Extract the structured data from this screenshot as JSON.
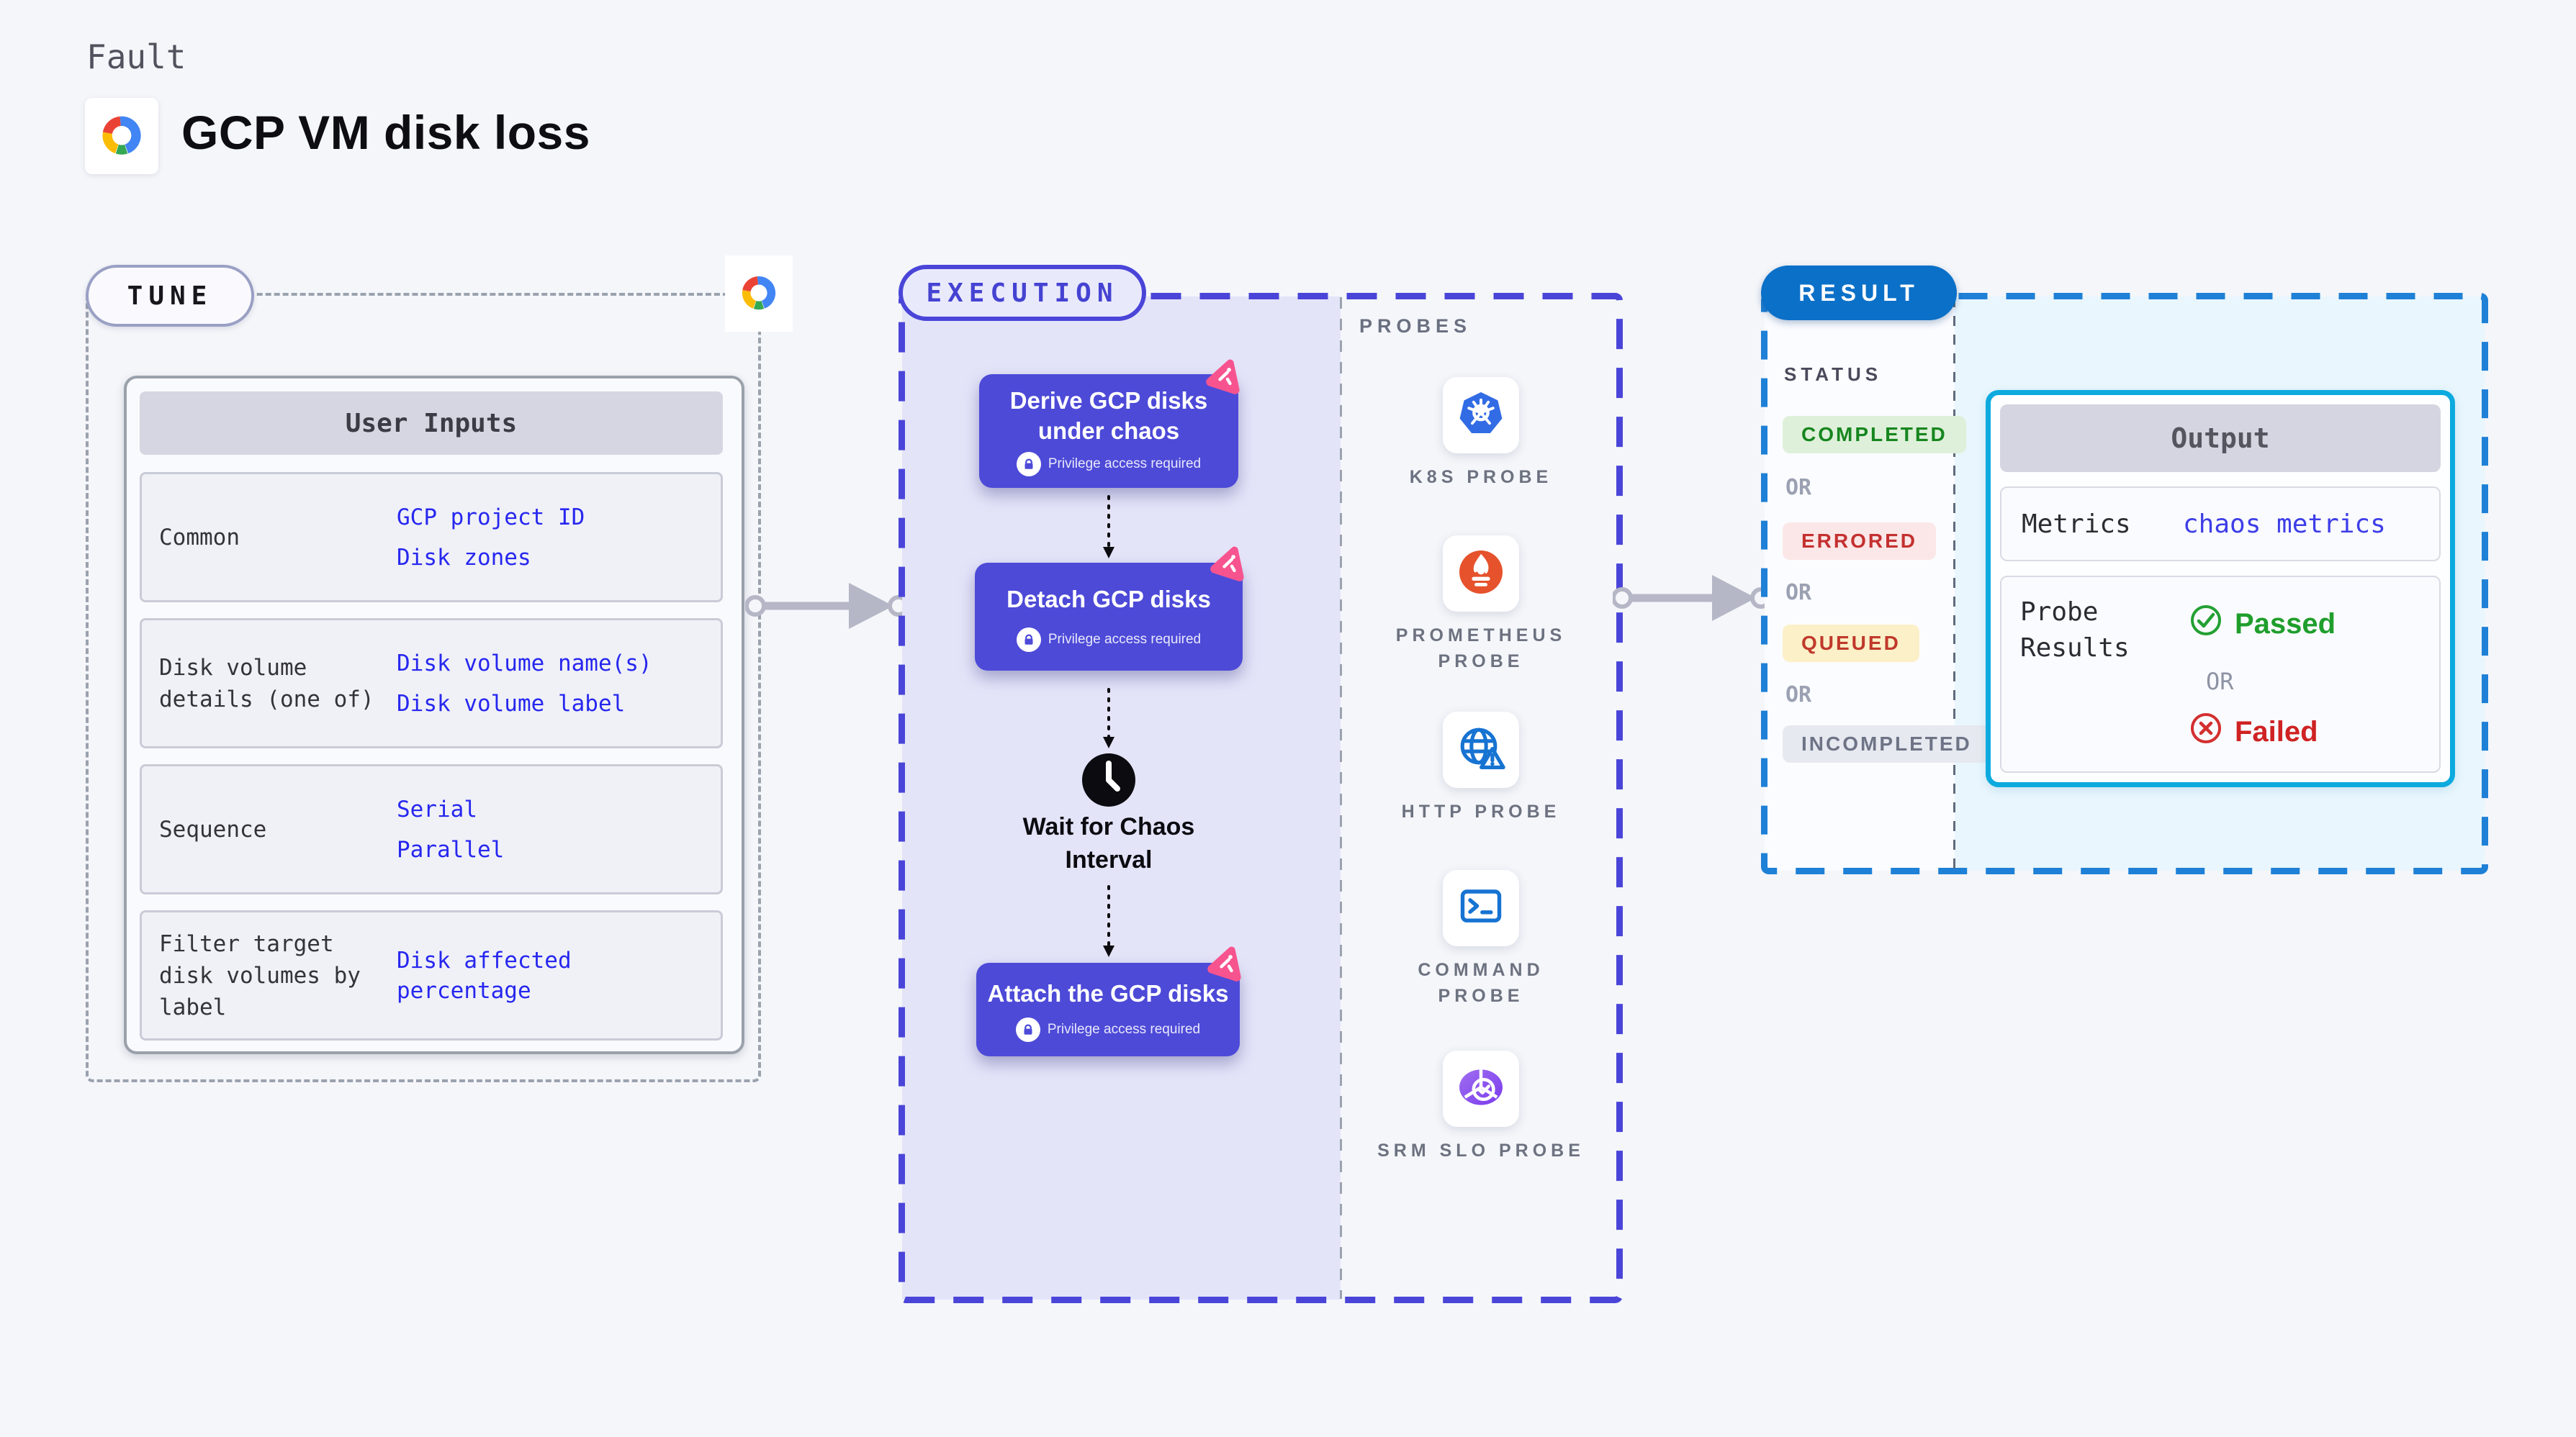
{
  "page": {
    "kicker": "Fault",
    "title": "GCP VM disk loss",
    "logo_icon": "gcp-cloud-icon"
  },
  "tune": {
    "label": "TUNE",
    "corner_icon": "gcp-cloud-icon",
    "table": {
      "header": "User Inputs",
      "rows": [
        {
          "label": "Common",
          "values": [
            "GCP project ID",
            "Disk zones"
          ]
        },
        {
          "label": "Disk volume details (one of)",
          "values": [
            "Disk volume name(s)",
            "Disk volume label"
          ]
        },
        {
          "label": "Sequence",
          "values": [
            "Serial",
            "Parallel"
          ]
        },
        {
          "label": "Filter target disk volumes by label",
          "values": [
            "Disk affected percentage"
          ]
        }
      ]
    }
  },
  "execution": {
    "label": "EXECUTION",
    "privilege_badge": "Privilege access required",
    "privilege_icon": "lock-icon",
    "step_corner_icon": "chaos-experiment-icon",
    "step1_lines": [
      "Derive GCP disks",
      "under chaos"
    ],
    "step2_title": "Detach GCP disks",
    "wait_title": "Wait for Chaos Interval",
    "wait_icon": "clock-icon",
    "step3_title": "Attach the GCP disks"
  },
  "probes": {
    "label": "PROBES",
    "items": [
      {
        "label": "K8S PROBE",
        "icon": "kubernetes-icon"
      },
      {
        "label": "PROMETHEUS PROBE",
        "icon": "prometheus-icon"
      },
      {
        "label": "HTTP PROBE",
        "icon": "globe-warning-icon"
      },
      {
        "label": "COMMAND PROBE",
        "icon": "terminal-icon"
      },
      {
        "label": "SRM SLO PROBE",
        "icon": "slo-pie-check-icon"
      }
    ]
  },
  "result": {
    "label": "RESULT",
    "status": {
      "heading": "STATUS",
      "or_label": "OR",
      "badges": [
        {
          "text": "COMPLETED",
          "bg": "#def0da",
          "color": "#17861f"
        },
        {
          "text": "ERRORED",
          "bg": "#fbe7e7",
          "color": "#c43030"
        },
        {
          "text": "QUEUED",
          "bg": "#fbf0c8",
          "color": "#c0392b"
        },
        {
          "text": "INCOMPLETED",
          "bg": "#e7e9f0",
          "color": "#6e7486"
        }
      ]
    },
    "output": {
      "header": "Output",
      "metrics_label": "Metrics",
      "metrics_value": "chaos metrics",
      "probe_results_label": "Probe Results",
      "passed_label": "Passed",
      "passed_icon": "check-circle-icon",
      "or_label": "OR",
      "failed_label": "Failed",
      "failed_icon": "x-circle-icon"
    }
  },
  "colors": {
    "page_bg": "#f4f6fa",
    "value_blue": "#2727ef",
    "step_purple": "#4d4ad8",
    "execution_accent": "#4a45d8",
    "execution_bg": "#e4e4f9",
    "chaos_pink": "#f7548f",
    "result_accent": "#1e80d6",
    "result_pill_blue": "#0b70c8",
    "output_border_cyan": "#0caade",
    "output_bg_cyan": "#e9f6fd",
    "arrow_gray": "#b5b7c6",
    "passed_green": "#1f9e2c",
    "failed_red": "#cf2222"
  }
}
